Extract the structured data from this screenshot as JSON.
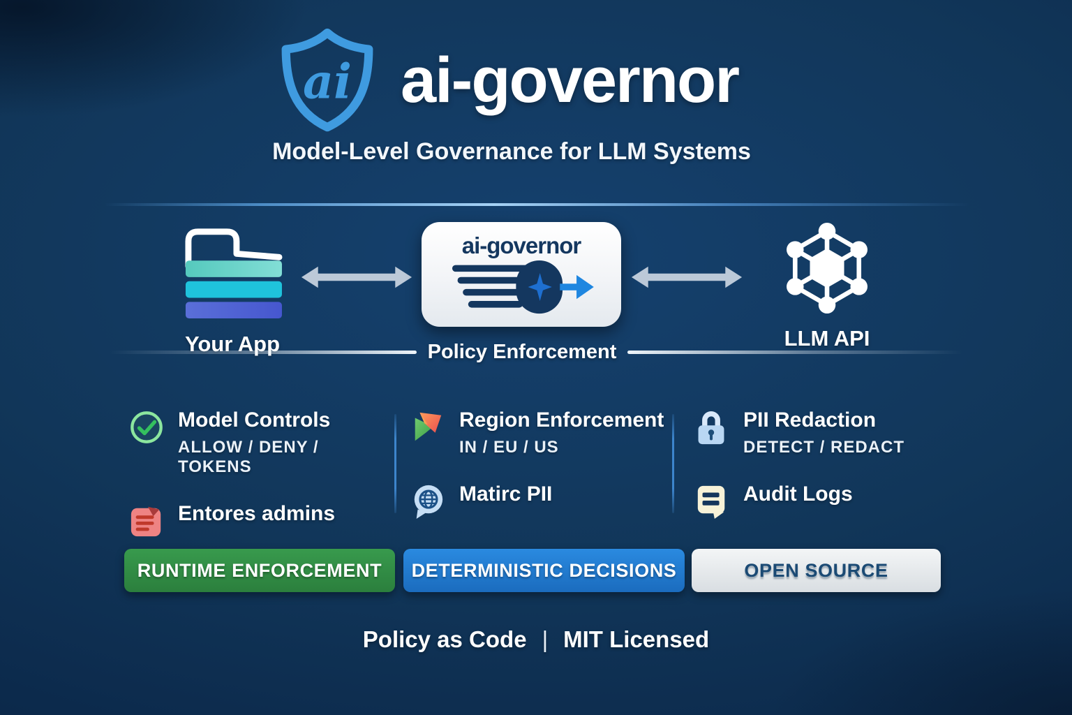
{
  "colors": {
    "background": "#0d2c50",
    "accent_blue": "#3f9be0",
    "navy_text": "#14375f",
    "divider_blue": "#3d85cc",
    "arrow_gray": "#bcc9d8",
    "badge_green": "#2e8b40",
    "badge_blue": "#1f78cc",
    "badge_light": "#e3e8ec",
    "badge_light_text": "#1b4a74",
    "bar_teal": "#5ecfc4",
    "bar_cyan": "#1fc3dc",
    "bar_indigo": "#5161d3"
  },
  "header": {
    "logo_monogram": "ai",
    "title": "ai-governor",
    "subtitle": "Model-Level Governance for LLM Systems"
  },
  "diagram": {
    "left_node": {
      "label": "Your App",
      "icon": "app-layers-icon"
    },
    "center_node": {
      "title": "ai-governor",
      "icon": "governor-mark-icon",
      "caption": "Policy Enforcement"
    },
    "right_node": {
      "label": "LLM API",
      "icon": "network-icon"
    },
    "arrow_type": "bidirectional"
  },
  "features": {
    "columns": [
      {
        "items": [
          {
            "icon": "check-circle-icon",
            "title": "Model Controls",
            "caption": "ALLOW / DENY / TOKENS"
          },
          {
            "icon": "red-document-icon",
            "title": "Entores admins",
            "caption": ""
          }
        ]
      },
      {
        "items": [
          {
            "icon": "region-map-icon",
            "title": "Region Enforcement",
            "caption": "IN / EU / US"
          },
          {
            "icon": "globe-chat-icon",
            "title": "Matirc PII",
            "caption": ""
          }
        ]
      },
      {
        "items": [
          {
            "icon": "lock-icon",
            "title": "PII Redaction",
            "caption": "DETECT / REDACT"
          },
          {
            "icon": "audit-log-icon",
            "title": "Audit Logs",
            "caption": ""
          }
        ]
      }
    ]
  },
  "badges": [
    {
      "label": "RUNTIME ENFORCEMENT",
      "color": "#2e8b40"
    },
    {
      "label": "DETERMINISTIC DECISIONS",
      "color": "#1f78cc"
    },
    {
      "label": "OPEN SOURCE",
      "color": "#e3e8ec",
      "text_color": "#1b4a74"
    }
  ],
  "footer": {
    "left": "Policy as Code",
    "separator": "|",
    "right": "MIT Licensed"
  }
}
